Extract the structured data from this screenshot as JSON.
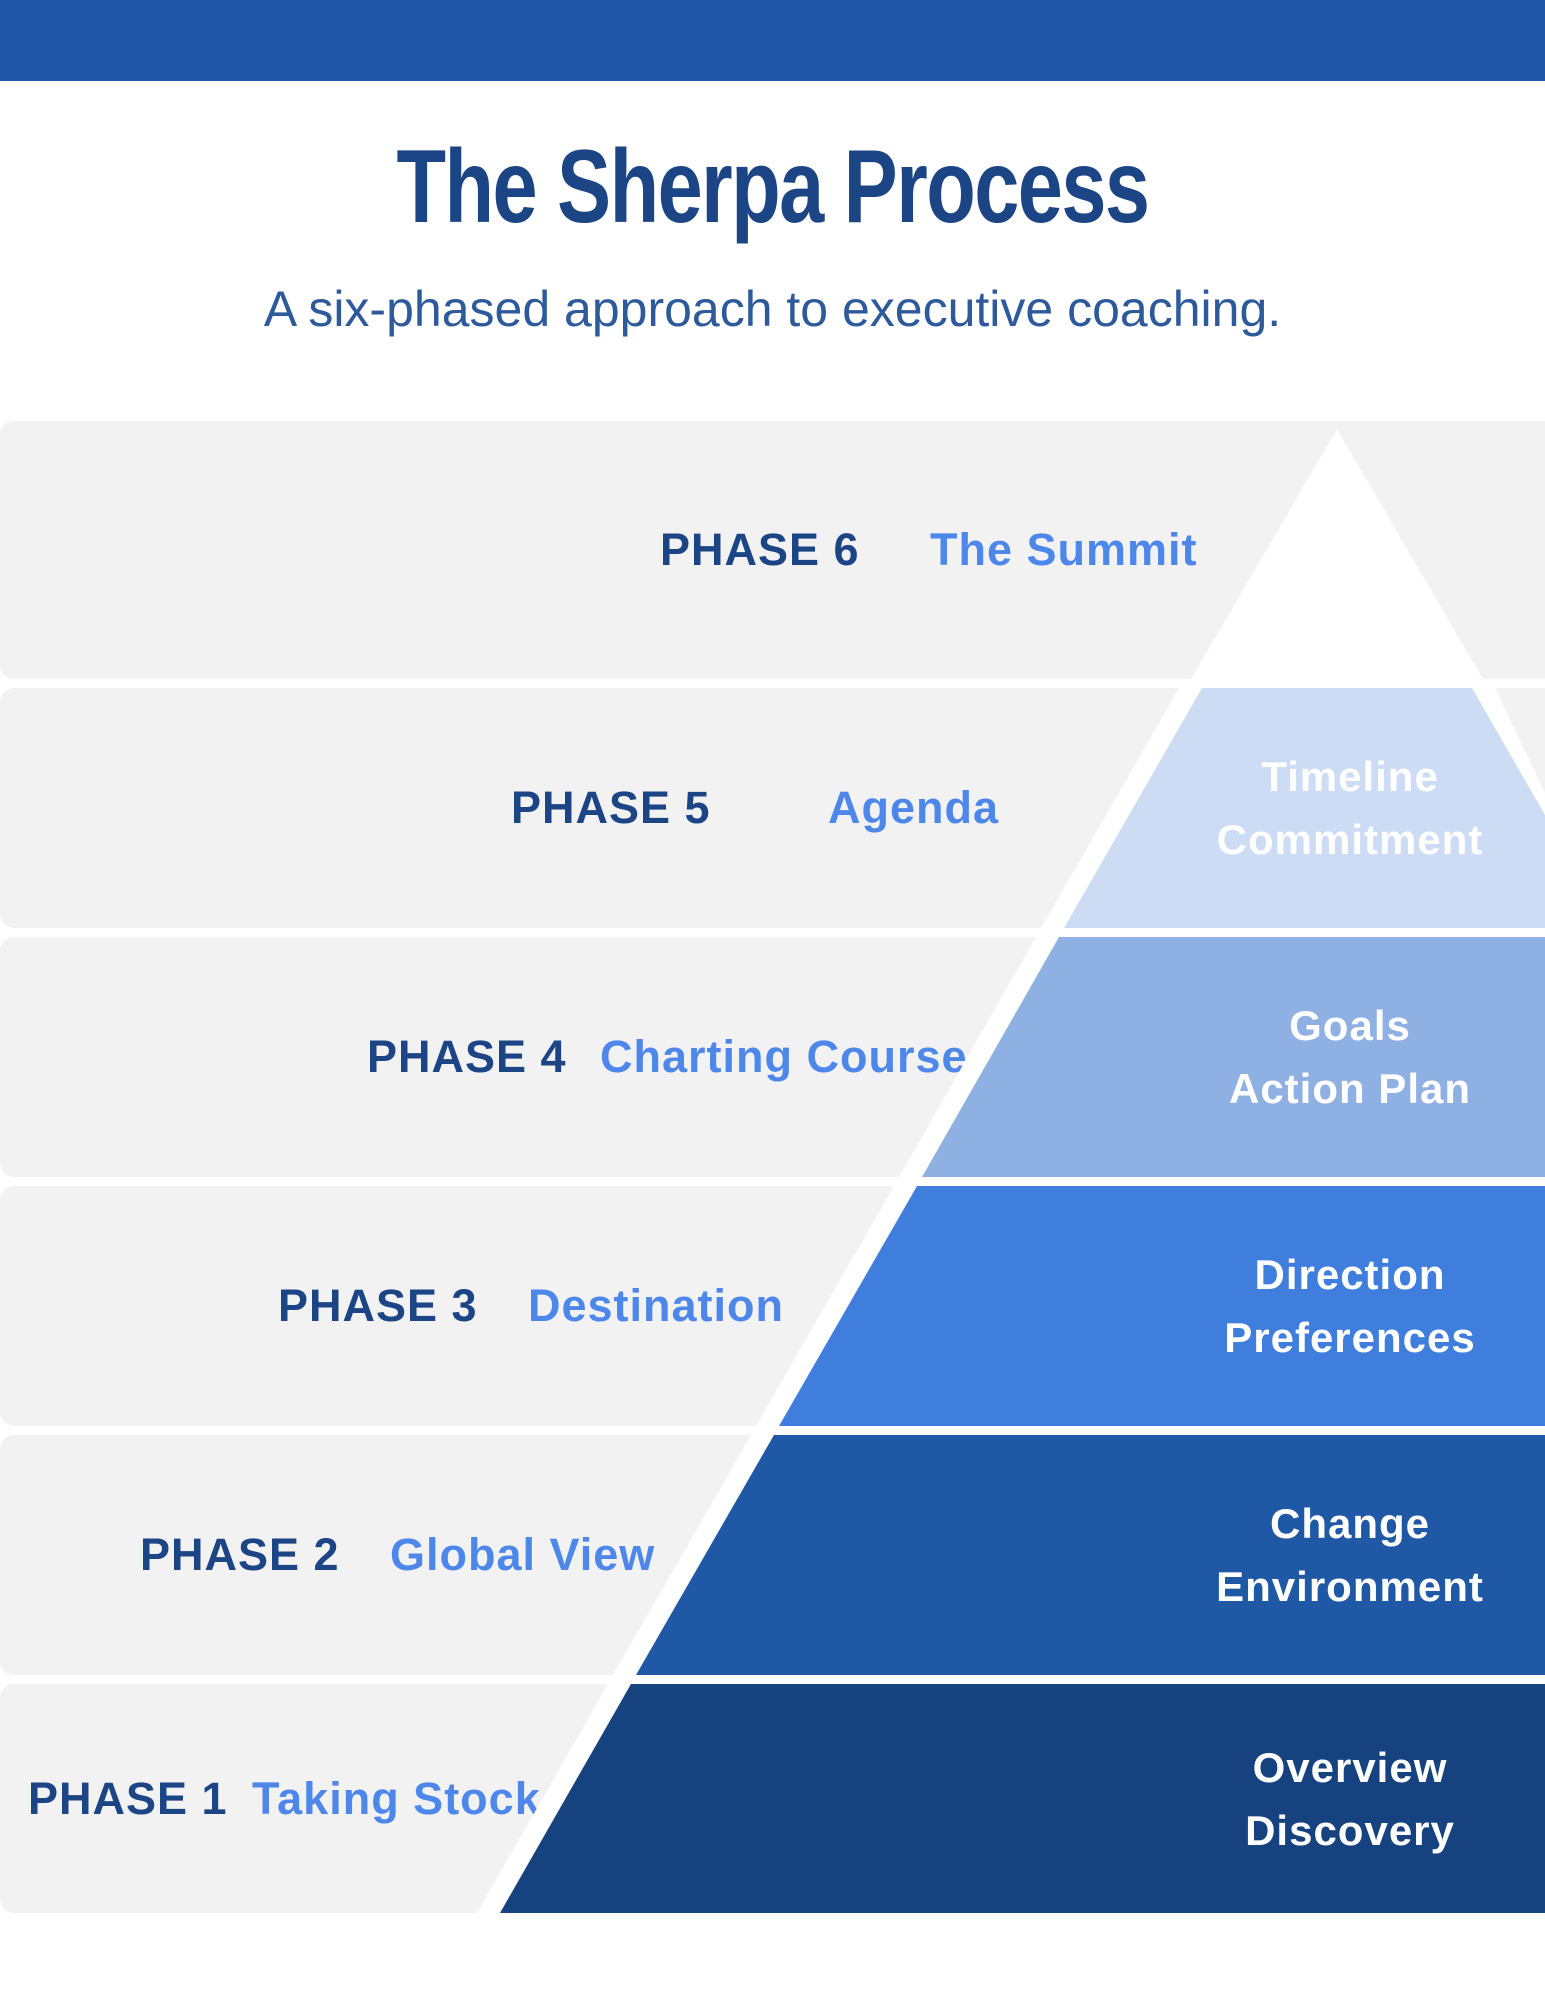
{
  "header": {
    "top_bar_color": "#2057a7",
    "title": "The Sherpa Process",
    "title_color": "#1c4586",
    "subtitle": "A six-phased approach to executive coaching.",
    "subtitle_color": "#2d5a9b"
  },
  "colors": {
    "band_gray": "#f2f2f3",
    "phase_number_text": "#1c4586",
    "phase_title_text": "#4e87ea",
    "segment_label_text": "#ffffff",
    "pyramid_tip": "#ffffff"
  },
  "phases": [
    {
      "num": "PHASE 6",
      "title": "The Summit",
      "segment_color": "#ffffff",
      "lines": [
        "",
        ""
      ]
    },
    {
      "num": "PHASE 5",
      "title": "Agenda",
      "segment_color": "#cddcf5",
      "lines": [
        "Timeline",
        "Commitment"
      ]
    },
    {
      "num": "PHASE 4",
      "title": "Charting Course",
      "segment_color": "#8fb0e2",
      "lines": [
        "Goals",
        "Action Plan"
      ]
    },
    {
      "num": "PHASE 3",
      "title": "Destination",
      "segment_color": "#3f7edd",
      "lines": [
        "Direction",
        "Preferences"
      ]
    },
    {
      "num": "PHASE 2",
      "title": "Global View",
      "segment_color": "#1f58a5",
      "lines": [
        "Change",
        "Environment"
      ]
    },
    {
      "num": "PHASE 1",
      "title": "Taking Stock",
      "segment_color": "#164380",
      "lines": [
        "Overview",
        "Discovery"
      ]
    }
  ]
}
